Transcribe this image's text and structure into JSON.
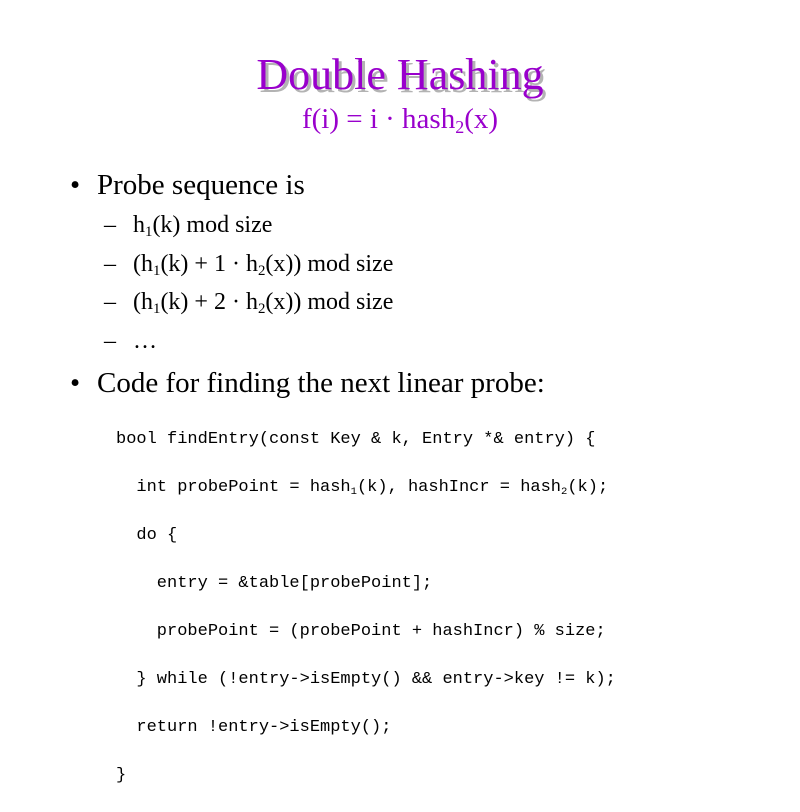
{
  "slide": {
    "title": "Double Hashing",
    "subtitle": {
      "pre": "f(i) = i · hash",
      "sub": "2",
      "post": "(x)"
    },
    "bullet1": {
      "marker": "•",
      "text": "Probe sequence is"
    },
    "sublist": [
      {
        "marker": "–",
        "parts": [
          "h",
          "1",
          "(k) mod size"
        ]
      },
      {
        "marker": "–",
        "parts": [
          "(h",
          "1",
          "(k) + 1 · h",
          "2",
          "(x)) mod size"
        ]
      },
      {
        "marker": "–",
        "parts": [
          "(h",
          "1",
          "(k) + 2 · h",
          "2",
          "(x)) mod size"
        ]
      },
      {
        "marker": "–",
        "parts": [
          "…"
        ]
      }
    ],
    "bullet2": {
      "marker": "•",
      "text": "Code for finding the next linear probe:"
    },
    "code": [
      [
        "bool findEntry(const Key & k, Entry *& entry) {"
      ],
      [
        "  int probePoint = hash",
        "1",
        "(k), hashIncr = hash",
        "2",
        "(k);"
      ],
      [
        "  do {"
      ],
      [
        "    entry = &table[probePoint];"
      ],
      [
        "    probePoint = (probePoint + hashIncr) % size;"
      ],
      [
        "  } while (!entry->isEmpty() && entry->key != k);"
      ],
      [
        "  return !entry->isEmpty();"
      ],
      [
        "}"
      ]
    ]
  },
  "colors": {
    "title": "#9900cc",
    "title_shadow": "#b3b3b3",
    "text": "#000000",
    "background": "#ffffff"
  }
}
